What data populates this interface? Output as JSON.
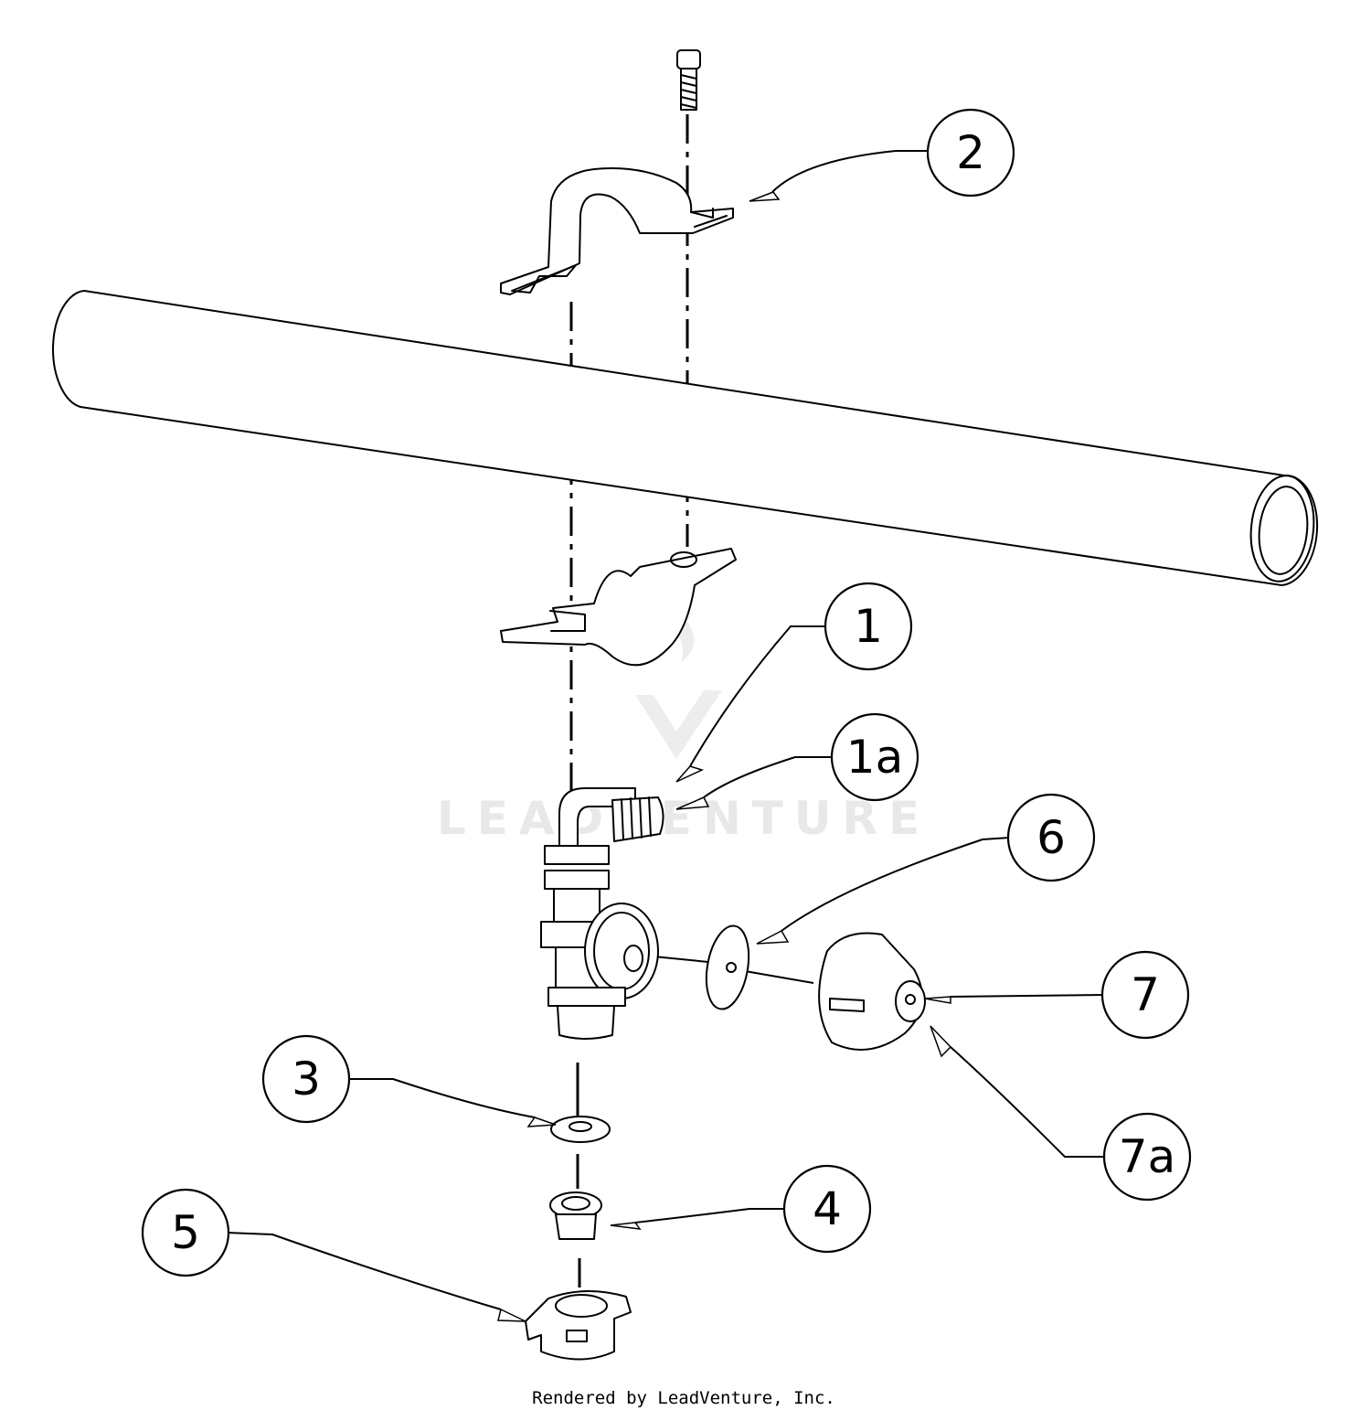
{
  "callouts": [
    {
      "id": "1",
      "label": "1"
    },
    {
      "id": "1a",
      "label": "1a"
    },
    {
      "id": "2",
      "label": "2"
    },
    {
      "id": "3",
      "label": "3"
    },
    {
      "id": "4",
      "label": "4"
    },
    {
      "id": "5",
      "label": "5"
    },
    {
      "id": "6",
      "label": "6"
    },
    {
      "id": "7",
      "label": "7"
    },
    {
      "id": "7a",
      "label": "7a"
    }
  ],
  "watermark": {
    "text": "LEADVENTURE"
  },
  "credit": "Rendered by LeadVenture, Inc."
}
